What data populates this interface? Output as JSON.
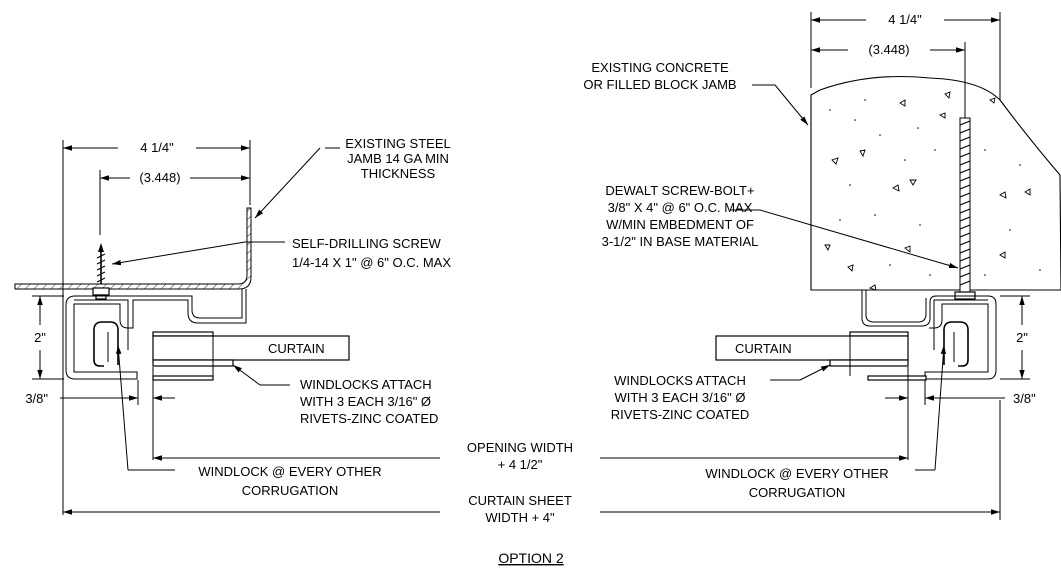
{
  "title": "OPTION 2",
  "left": {
    "dim_top": "4 1/4\"",
    "dim_inner": "(3.448)",
    "jamb_note": [
      "EXISTING STEEL",
      "JAMB 14 GA MIN",
      "THICKNESS"
    ],
    "screw_note": [
      "SELF-DRILLING SCREW",
      "1/4-14 X 1\" @ 6\" O.C. MAX"
    ],
    "dim_height": "2\"",
    "dim_gap": "3/8\"",
    "curtain": "CURTAIN",
    "windlocks_note": [
      "WINDLOCKS ATTACH",
      "WITH 3 EACH 3/16\" Ø",
      "RIVETS-ZINC COATED"
    ],
    "windlock_note": [
      "WINDLOCK @ EVERY OTHER",
      "CORRUGATION"
    ]
  },
  "right": {
    "dim_top": "4 1/4\"",
    "dim_inner": "(3.448)",
    "concrete_note": [
      "EXISTING CONCRETE",
      "OR FILLED BLOCK JAMB"
    ],
    "bolt_note": [
      "DEWALT SCREW-BOLT+",
      "3/8\" X 4\" @ 6\" O.C. MAX",
      "W/MIN EMBEDMENT OF",
      "3-1/2\" IN BASE MATERIAL"
    ],
    "dim_height": "2\"",
    "dim_gap": "3/8\"",
    "curtain": "CURTAIN",
    "windlocks_note": [
      "WINDLOCKS ATTACH",
      "WITH 3 EACH 3/16\" Ø",
      "RIVETS-ZINC COATED"
    ],
    "windlock_note": [
      "WINDLOCK @ EVERY OTHER",
      "CORRUGATION"
    ]
  },
  "center": {
    "opening_width": [
      "OPENING WIDTH",
      "+ 4 1/2\""
    ],
    "curtain_sheet": [
      "CURTAIN SHEET",
      "WIDTH + 4\""
    ]
  }
}
